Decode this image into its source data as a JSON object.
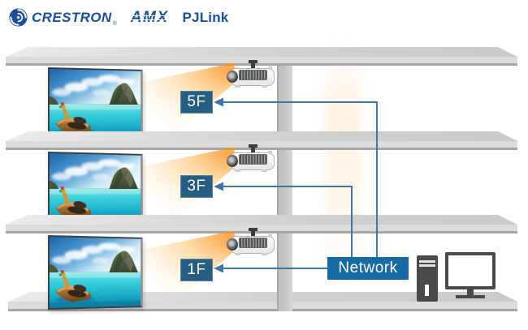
{
  "header": {
    "logos": [
      {
        "id": "crestron",
        "text": "CRESTRON",
        "mark": "®"
      },
      {
        "id": "amx",
        "text": "AMX"
      },
      {
        "id": "pjlink",
        "text": "PJLink"
      }
    ]
  },
  "floors": [
    {
      "label": "5F"
    },
    {
      "label": "3F"
    },
    {
      "label": "1F"
    }
  ],
  "network": {
    "label": "Network"
  },
  "colors": {
    "logo_navy": "#1b4f9a",
    "floor_label_bg": "#265d83",
    "network_bg": "#176ba5",
    "line_blue": "#3f76a3",
    "slab_gray": "#d2d1d1",
    "beam_orange": "#ff9a2b",
    "device_gray": "#4a4a4a"
  }
}
